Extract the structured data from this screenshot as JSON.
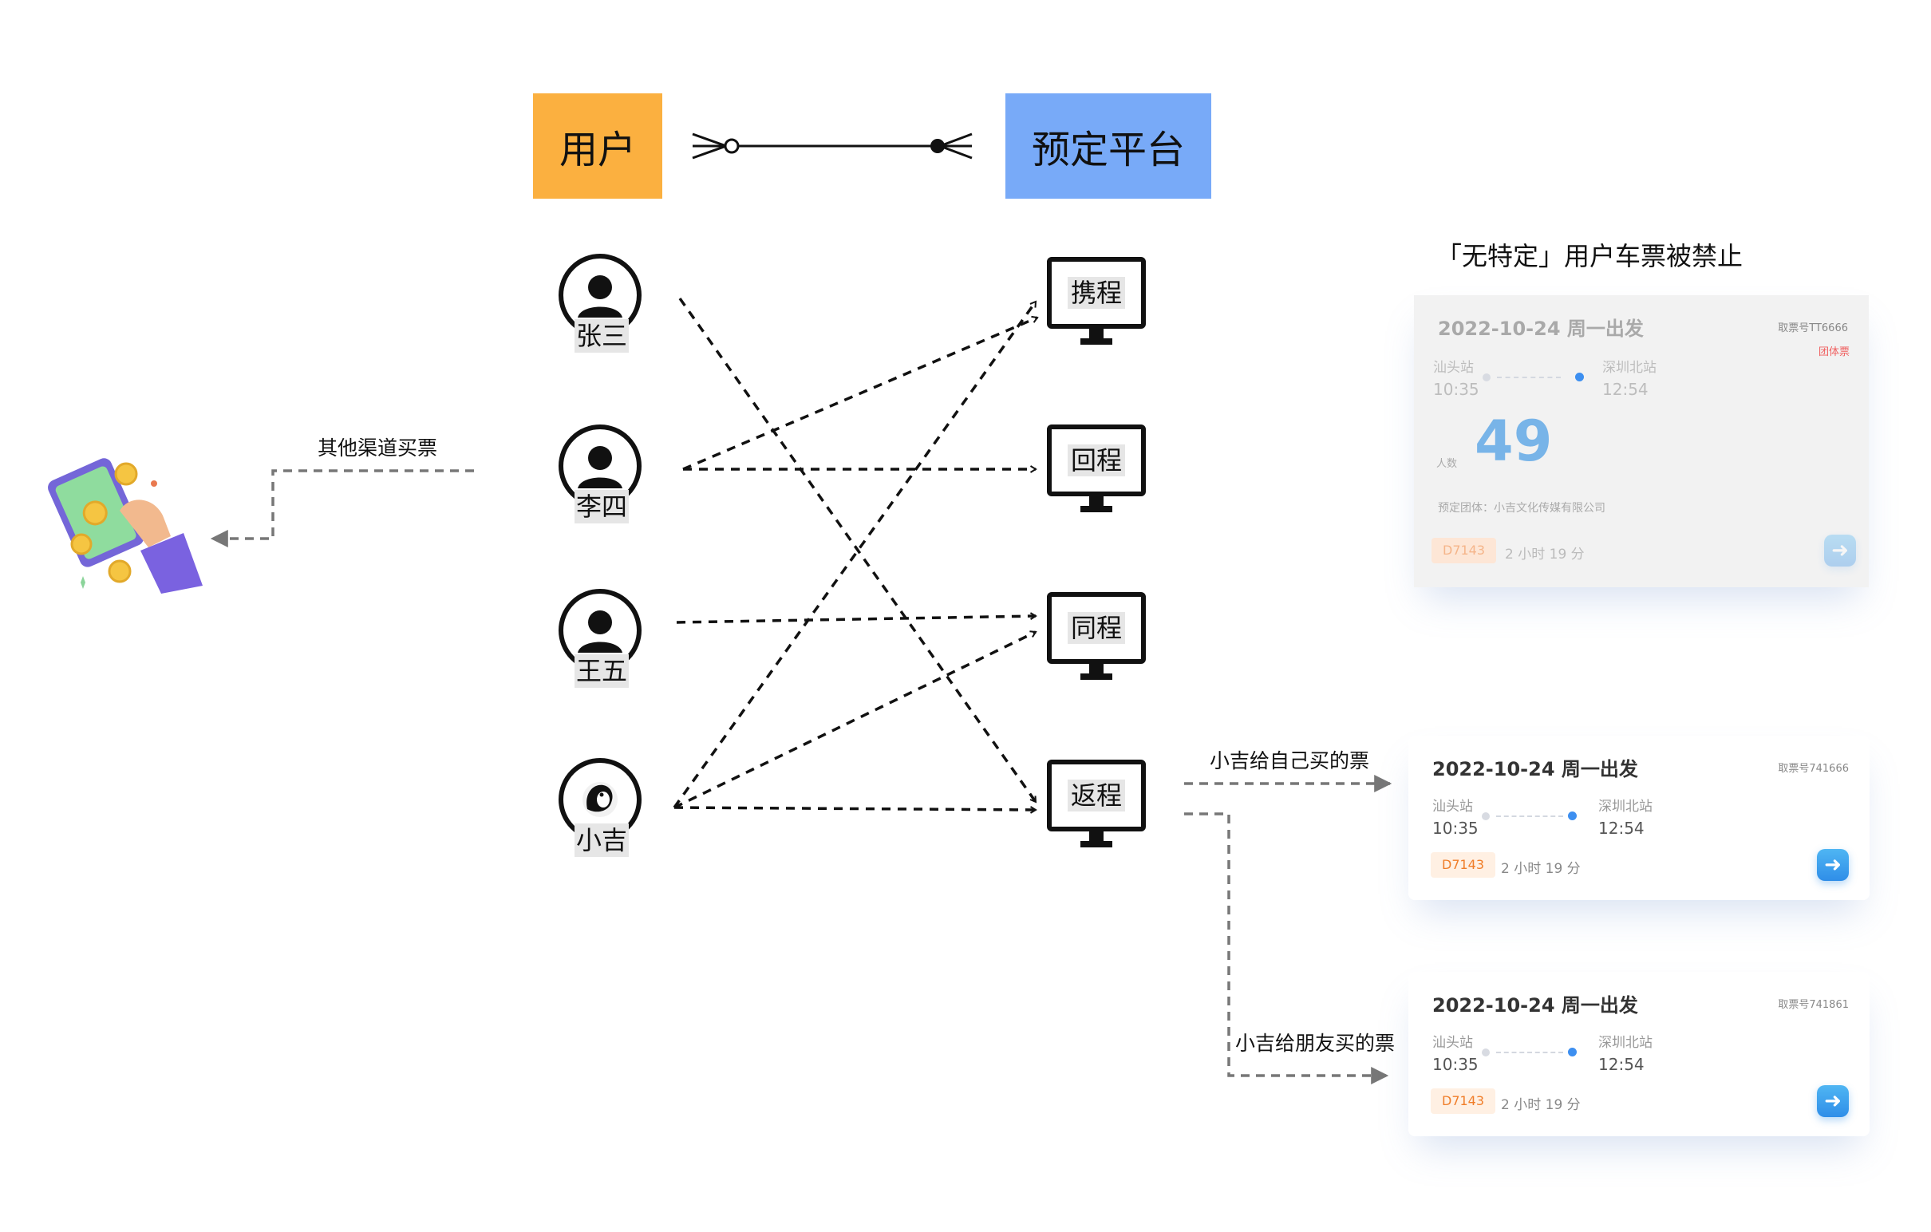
{
  "header": {
    "user_label": "用户",
    "platform_label": "预定平台"
  },
  "users": [
    {
      "name": "张三",
      "icon": "person-icon"
    },
    {
      "name": "李四",
      "icon": "person-icon"
    },
    {
      "name": "王五",
      "icon": "person-icon"
    },
    {
      "name": "小吉",
      "icon": "penguin-avatar-icon"
    }
  ],
  "platforms": [
    {
      "name": "携程"
    },
    {
      "name": "回程"
    },
    {
      "name": "同程"
    },
    {
      "name": "返程"
    }
  ],
  "edges": [
    {
      "from": "张三",
      "to": "返程"
    },
    {
      "from": "李四",
      "to": "携程"
    },
    {
      "from": "李四",
      "to": "回程"
    },
    {
      "from": "王五",
      "to": "同程"
    },
    {
      "from": "小吉",
      "to": "携程"
    },
    {
      "from": "小吉",
      "to": "同程"
    },
    {
      "from": "小吉",
      "to": "返程"
    }
  ],
  "labels": {
    "other_channel": "其他渠道买票",
    "banned_title": "「无特定」用户车票被禁止",
    "self_ticket": "小吉给自己买的票",
    "friend_ticket": "小吉给朋友买的票"
  },
  "tickets": {
    "banned": {
      "date": "2022-10-24 周一出发",
      "code": "取票号TT6666",
      "group_badge": "团体票",
      "from_station": "汕头站",
      "to_station": "深圳北站",
      "depart": "10:35",
      "arrive": "12:54",
      "count_label": "人数",
      "count": "49",
      "group": "预定团体：小吉文化传媒有限公司",
      "train": "D7143",
      "duration": "2 小时 19 分"
    },
    "self": {
      "date": "2022-10-24 周一出发",
      "code": "取票号741666",
      "from_station": "汕头站",
      "to_station": "深圳北站",
      "depart": "10:35",
      "arrive": "12:54",
      "train": "D7143",
      "duration": "2 小时 19 分"
    },
    "friend": {
      "date": "2022-10-24 周一出发",
      "code": "取票号741861",
      "from_station": "汕头站",
      "to_station": "深圳北站",
      "depart": "10:35",
      "arrive": "12:54",
      "train": "D7143",
      "duration": "2 小时 19 分"
    }
  },
  "colors": {
    "user_box": "#fbb040",
    "platform_box": "#78aaf8",
    "ban_cross": "#e8433f",
    "accent_blue": "#2f8ee8"
  }
}
